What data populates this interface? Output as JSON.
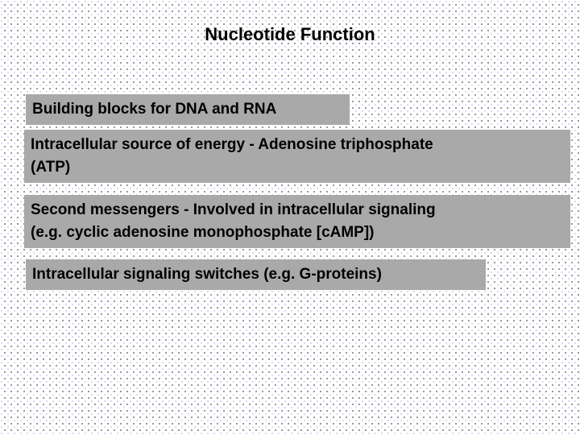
{
  "slide": {
    "title": "Nucleotide Function",
    "boxes": [
      {
        "text": "Building blocks for DNA and RNA"
      },
      {
        "text": "Intracellular source of energy - Adenosine triphosphate\n(ATP)"
      },
      {
        "text": "Second messengers - Involved in intracellular signaling\n(e.g. cyclic adenosine monophosphate [cAMP])"
      },
      {
        "text": "Intracellular signaling switches (e.g. G-proteins)"
      }
    ],
    "colors": {
      "background": "#ffffff",
      "box_fill": "#a9a9a9",
      "text": "#000000",
      "dot_dark": "#73737b",
      "dot_light": "#c9d1ea"
    }
  }
}
